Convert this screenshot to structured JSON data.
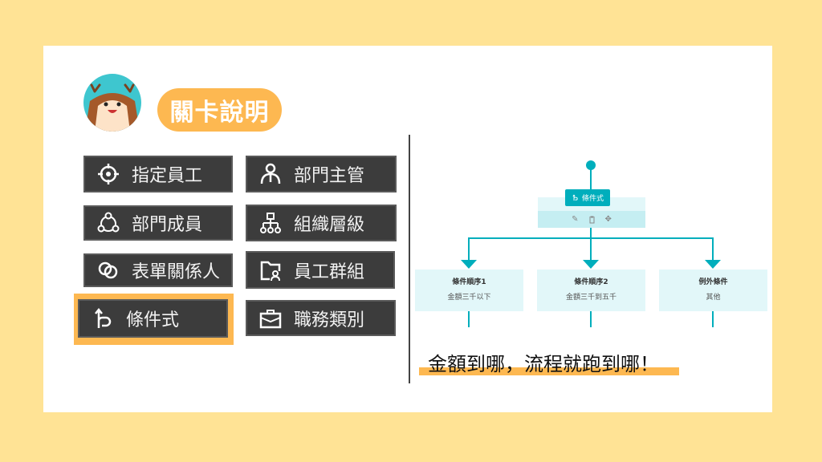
{
  "header": {
    "title": "關卡說明"
  },
  "buttons": {
    "left": [
      {
        "label": "指定員工",
        "icon": "target-icon"
      },
      {
        "label": "部門成員",
        "icon": "members-icon"
      },
      {
        "label": "表單關係人",
        "icon": "rings-icon"
      },
      {
        "label": "條件式",
        "icon": "branch-icon"
      }
    ],
    "right": [
      {
        "label": "部門主管",
        "icon": "supervisor-icon"
      },
      {
        "label": "組織層級",
        "icon": "org-chart-icon"
      },
      {
        "label": "員工群組",
        "icon": "folder-user-icon"
      },
      {
        "label": "職務類別",
        "icon": "briefcase-icon"
      }
    ]
  },
  "flow": {
    "node_label": "條件式",
    "branches": [
      {
        "title": "條件順序1",
        "desc": "金額三千以下"
      },
      {
        "title": "條件順序2",
        "desc": "金額三千到五千"
      },
      {
        "title": "例外條件",
        "desc": "其他"
      }
    ]
  },
  "slogan": "金額到哪，流程就跑到哪！",
  "colors": {
    "background": "#ffe395",
    "accent": "#fdb851",
    "teal": "#00aebc",
    "button": "#3c3c3c"
  }
}
